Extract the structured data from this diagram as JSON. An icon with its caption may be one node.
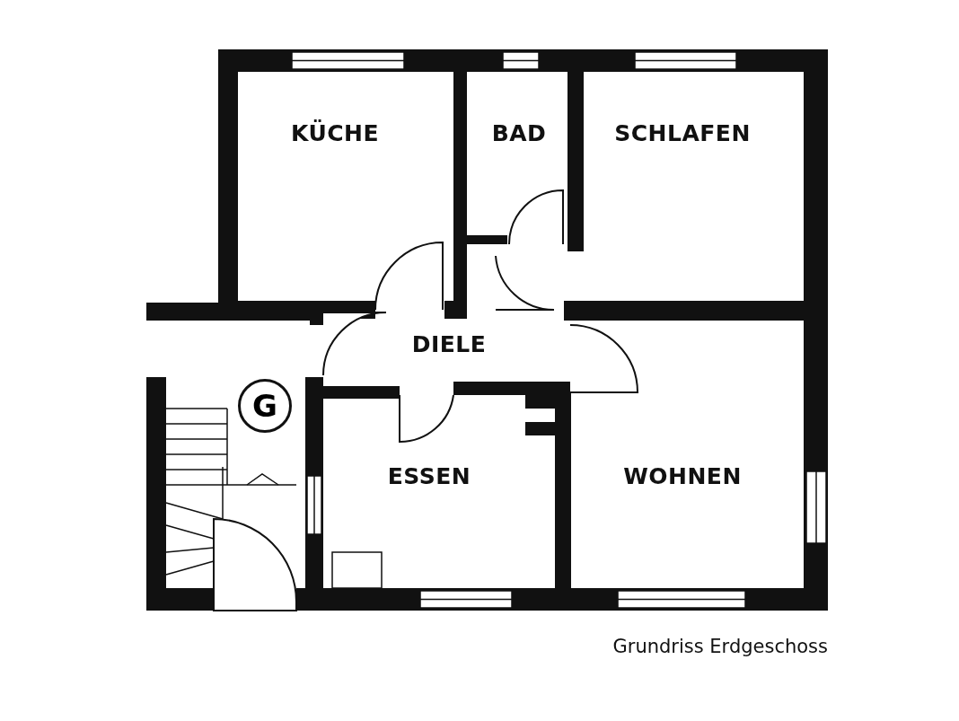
{
  "diagram": {
    "caption": "Grundriss Erdgeschoss",
    "nodes": [
      {
        "text": [
          "KÜCHE"
        ]
      },
      {
        "text": [
          "BAD"
        ]
      },
      {
        "text": [
          "SCHLAFEN"
        ]
      },
      {
        "text": [
          "DIELE"
        ]
      },
      {
        "text": [
          "G"
        ]
      },
      {
        "text": [
          "ESSEN"
        ]
      },
      {
        "text": [
          "WOHNEN"
        ]
      }
    ]
  }
}
